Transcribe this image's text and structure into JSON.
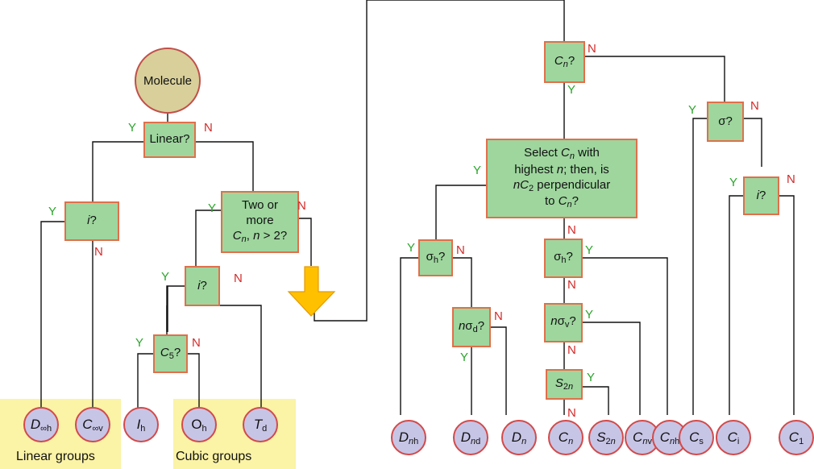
{
  "root": "Molecule",
  "questions": {
    "linear": "Linear?",
    "i_linear": "i?",
    "two_or_more": [
      "Two or",
      "more",
      "Cn, n > 2?"
    ],
    "i_cubic": "i?",
    "c5": "C5?",
    "cn": "Cn?",
    "select_cn": [
      "Select Cn with",
      "highest n; then, is",
      "nC2 perpendicular",
      "to Cn?"
    ],
    "sigma_h_left": "σh?",
    "n_sigma_d": "nσd?",
    "sigma_h_mid": "σh?",
    "n_sigma_v": "nσv?",
    "s2n": "S2n",
    "sigma": "σ?",
    "i_right": "i?"
  },
  "answers": {
    "yes": "Y",
    "no": "N"
  },
  "point_groups": {
    "d_inf_h": "D∞h",
    "c_inf_v": "C∞v",
    "ih": "Ih",
    "oh": "Oh",
    "td": "Td",
    "dnh": "Dnh",
    "dnd": "Dnd",
    "dn": "Dn",
    "cn": "Cn",
    "s2n": "S2n",
    "cnv": "Cnv",
    "cnh": "Cnh",
    "cs": "Cs",
    "ci": "Ci",
    "c1": "C1"
  },
  "groups": {
    "linear": "Linear groups",
    "cubic": "Cubic groups"
  },
  "colors": {
    "question_fill": "#9ed69e",
    "question_border": "#e0704a",
    "leaf_fill": "#c7c5e6",
    "leaf_border": "#d24a4a",
    "root_fill": "#d8cf9a",
    "group_highlight": "#fbf3a6",
    "yes_label": "#2aa52a",
    "no_label": "#d42a2a",
    "arrow": "#ffc000"
  }
}
